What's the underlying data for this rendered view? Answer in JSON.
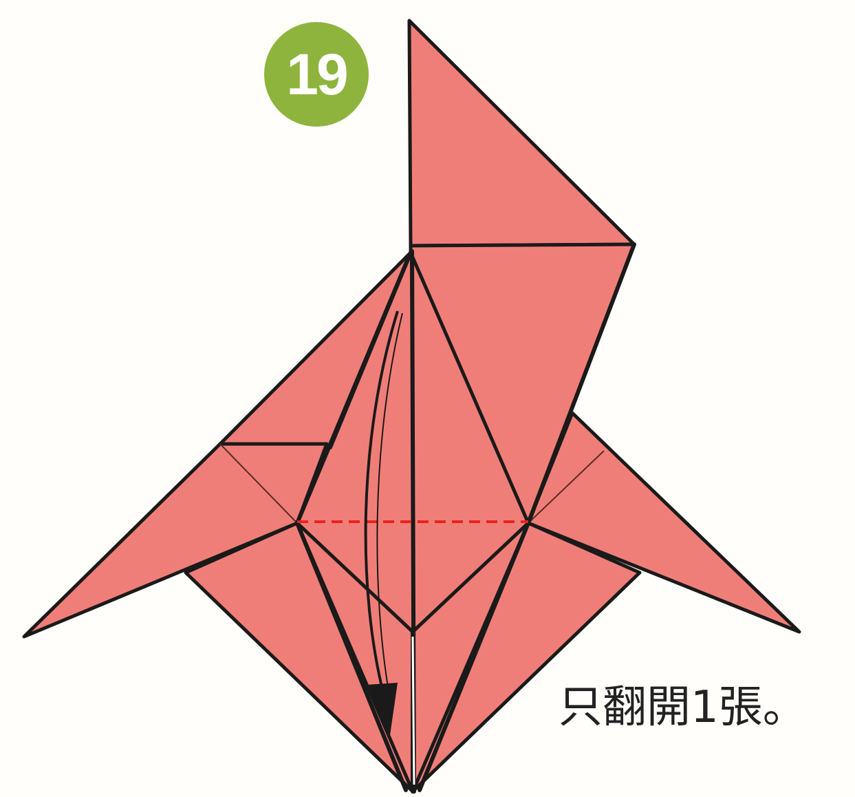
{
  "step": {
    "number": "19"
  },
  "instruction": {
    "text": "只翻開1張。"
  },
  "colors": {
    "paper": "#f07e78",
    "fold_line": "#1a1a1a",
    "valley_fold": "#e8231e",
    "badge": "#8fb43d"
  },
  "icons": {
    "arrow": "curved-down-arrow-icon",
    "valley_fold": "dashed-valley-fold-line"
  }
}
